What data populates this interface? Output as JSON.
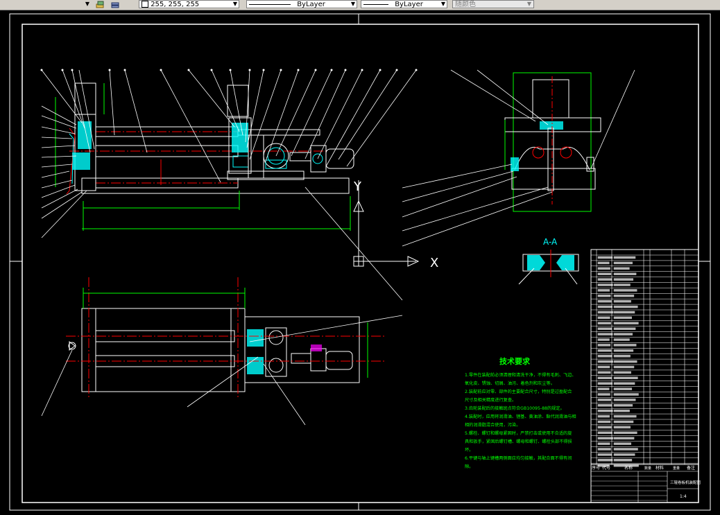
{
  "toolbar": {
    "color_value": "255, 255, 255",
    "linetype_value": "ByLayer",
    "lineweight_value": "ByLayer",
    "plotstyle_value": "随颜色"
  },
  "drawing": {
    "section_label": "A-A",
    "tech_title": "技术要求",
    "tech_lines": [
      "1.零件在装配前必须清理和清洗干净，不得有毛刺、飞边、",
      "氧化皮、锈蚀、切屑、油污、着色剂和灰尘等。",
      "2.装配前应对零、部件的主要配合尺寸，特别是过盈配合",
      "尺寸及相关精度进行复查。",
      "3.齿轮装配后的接触斑点符合GB10095-88的规定。",
      "4.装配时，应用将润滑油、锂基、黄油涂、黏代润滑油与相",
      "相的润滑脂混合使用，污染。",
      "5.螺栓、螺钉和螺母紧固时，严禁打击或使用不合适的旋",
      "具和扳手，紧固后螺钉槽、螺母和螺钉、螺栓头部不得损",
      "坏。",
      "6.平键与轴上键槽两侧面应均匀接触，其配合面不得有间",
      "隙。"
    ],
    "axis_x": "X",
    "axis_y": "Y",
    "title_block_name": "三辊卷板机装配图",
    "title_block_sheet": "1:4",
    "header_cells": [
      "序号",
      "代号",
      "名称",
      "数量",
      "材料",
      "重量",
      "备注"
    ]
  },
  "colors": {
    "frame": "#ffffff",
    "cyan": "#00ffff",
    "red": "#ff0000",
    "green": "#00ff00",
    "white": "#ffffff",
    "toolbar_bg": "#d4d0c8"
  }
}
